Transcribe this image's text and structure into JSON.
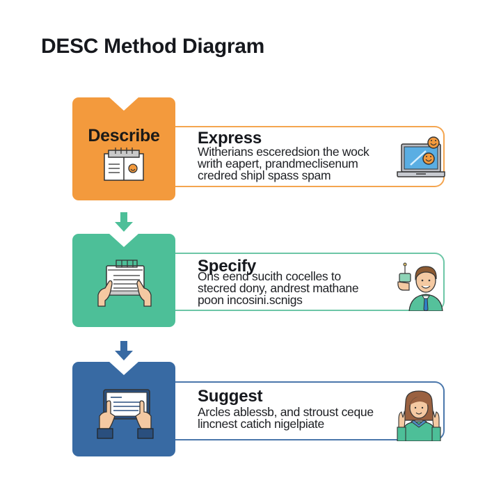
{
  "title": "DESC Method Diagram",
  "colors": {
    "describe": "#f39a3d",
    "specify": "#4dbf98",
    "suggest": "#386aa3",
    "text": "#16181d"
  },
  "steps": [
    {
      "block_label": "Describe",
      "block_icon": "notebook-calendar-icon",
      "card_title": "Express",
      "card_body": "Witherians esceredsion the wock\nwrith eapert, prandmeclisenum\ncredred shipl spass spam",
      "card_illustration": "laptop-smileys-icon"
    },
    {
      "block_label": "",
      "block_icon": "hands-holding-notepad-icon",
      "card_title": "Specify",
      "card_body": "Ons eend sucith cocelles to\nstecred dony, andrest mathane\npoon incosini.scnigs",
      "card_illustration": "man-with-badge-icon"
    },
    {
      "block_label": "",
      "block_icon": "hands-holding-tablet-icon",
      "card_title": "Suggest",
      "card_body": "Arcles ablessb, and stroust ceque\nlincnest catich nigelpiate",
      "card_illustration": "woman-fingers-crossed-icon"
    }
  ]
}
